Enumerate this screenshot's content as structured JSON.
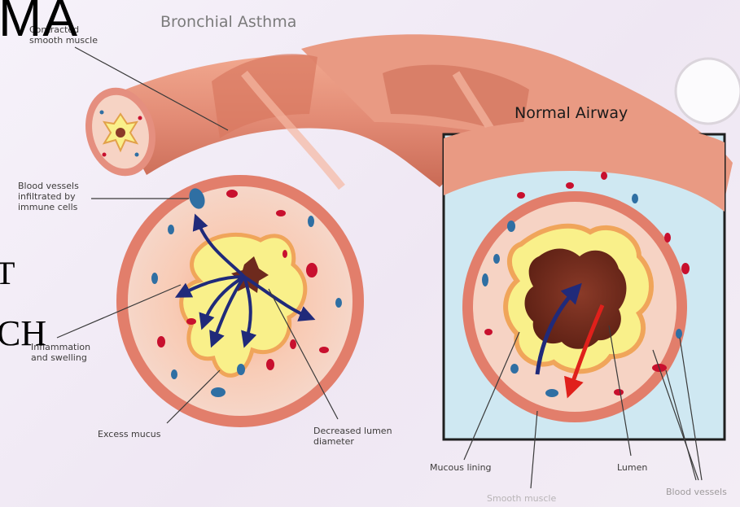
{
  "slide": {
    "title_fragment": "MA",
    "left_fragment_1": "T",
    "left_fragment_2": "CH"
  },
  "diagram": {
    "title": "Bronchial Asthma",
    "normal_title": "Normal Airway",
    "labels": {
      "smooth_muscle": "Contracted smooth muscle",
      "blood_vessels_infiltrated": "Blood vessels infiltrated by immune cells",
      "inflammation": "Inflammation and swelling",
      "excess_mucus": "Excess mucus",
      "decreased_lumen": "Decreased lumen diameter",
      "mucous_lining": "Mucous lining",
      "smooth_muscle_normal": "Smooth muscle",
      "lumen": "Lumen",
      "blood_vessels": "Blood vessels"
    }
  },
  "colors": {
    "airway_outer": "#e58f7f",
    "airway_inner": "#f6d3c4",
    "mucus_yellow": "#f9f08a",
    "lumen_dark": "#6e2a1d",
    "vessel_red": "#c8102e",
    "vessel_blue": "#2f6fa3",
    "arrow_blue": "#202a7a",
    "arrow_red": "#e0201b",
    "frame_bg": "#cfe8f2"
  }
}
